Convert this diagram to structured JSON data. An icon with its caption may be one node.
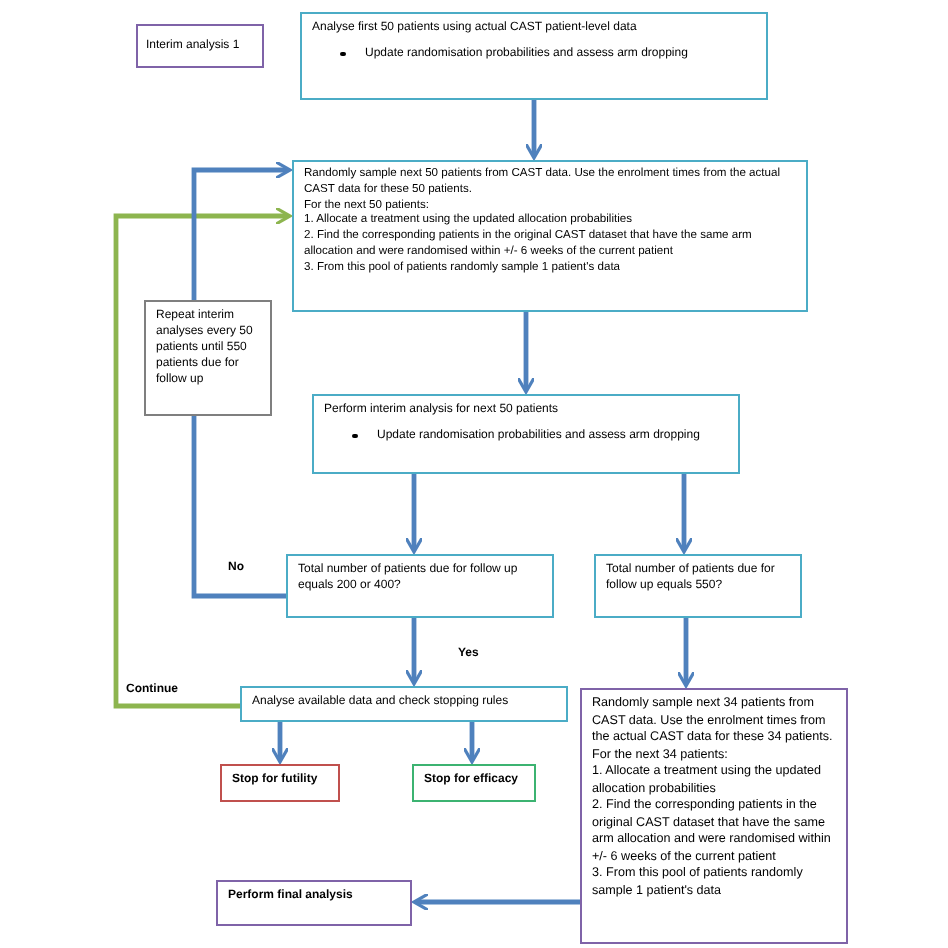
{
  "diagram": {
    "nodes": [
      {
        "text": [
          "Interim analysis 1"
        ]
      },
      {
        "text": [
          "Analyse first 50 patients using actual CAST patient-level data",
          "Update randomisation probabilities and assess arm dropping"
        ]
      },
      {
        "text": [
          "Randomly sample next 50 patients from CAST data. Use the enrolment times from the actual CAST data for these 50 patients.",
          "For the next 50 patients:",
          "1. Allocate a treatment using the updated allocation probabilities",
          "2. Find the corresponding patients in the original CAST dataset that have the same arm allocation and were randomised within +/- 6 weeks of the current patient",
          "3. From this pool of patients randomly sample 1 patient's data"
        ]
      },
      {
        "text": [
          "Repeat interim analyses every 50 patients until 550 patients due for follow up"
        ]
      },
      {
        "text": [
          "Perform interim analysis for next 50 patients",
          "Update randomisation probabilities and assess arm dropping"
        ]
      },
      {
        "text": [
          "Total number of patients due for follow up equals 200 or 400?"
        ]
      },
      {
        "text": [
          "Total number of patients due for follow up equals 550?"
        ]
      },
      {
        "text": [
          "Analyse available data and check stopping rules"
        ]
      },
      {
        "text": [
          "Stop for futility"
        ]
      },
      {
        "text": [
          "Stop for efficacy"
        ]
      },
      {
        "text": [
          "Randomly sample next 34 patients from CAST data. Use the enrolment times from the actual CAST data for these 34 patients. For the next 34 patients:",
          "1. Allocate a treatment using the updated allocation probabilities",
          "2. Find the corresponding patients in the original CAST dataset that have the same arm allocation and were randomised within +/- 6 weeks of the current patient",
          "3. From this pool of patients randomly sample 1 patient's data"
        ]
      },
      {
        "text": [
          "Perform final analysis"
        ]
      }
    ],
    "edges": [
      {
        "from": 1,
        "to": 2,
        "arrow": "to"
      },
      {
        "from": 2,
        "to": 4,
        "arrow": "to"
      },
      {
        "from": 4,
        "to": 5,
        "arrow": "to"
      },
      {
        "from": 4,
        "to": 6,
        "arrow": "to"
      },
      {
        "from": 5,
        "to": 3,
        "arrow": "none",
        "label": "No"
      },
      {
        "from": 5,
        "to": 7,
        "arrow": "to",
        "label": "Yes"
      },
      {
        "from": 7,
        "to": 2,
        "arrow": "to",
        "label": "Continue",
        "color": "#8db54f"
      },
      {
        "from": 7,
        "to": 8,
        "arrow": "to"
      },
      {
        "from": 7,
        "to": 9,
        "arrow": "to"
      },
      {
        "from": 6,
        "to": 10,
        "arrow": "to"
      },
      {
        "from": 10,
        "to": 11,
        "arrow": "to"
      },
      {
        "from": 3,
        "to": 2,
        "arrow": "to"
      }
    ]
  }
}
